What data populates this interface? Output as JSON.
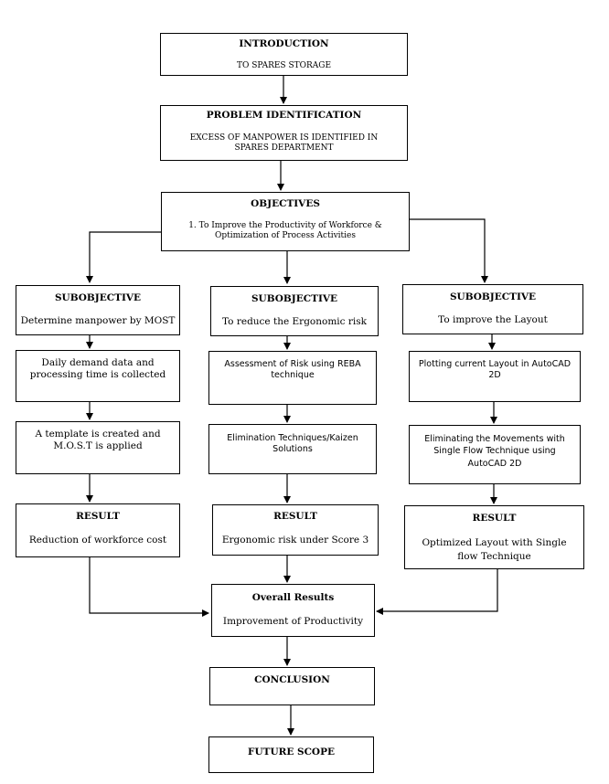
{
  "intro": {
    "title": "INTRODUCTION",
    "text": "TO SPARES STORAGE"
  },
  "problem": {
    "title": "PROBLEM IDENTIFICATION",
    "text": "EXCESS OF MANPOWER IS IDENTIFIED IN SPARES DEPARTMENT"
  },
  "objectives": {
    "title": "OBJECTIVES",
    "text": "1. To Improve the Productivity of Workforce & Optimization of Process Activities"
  },
  "left": {
    "sub_title": "SUBOBJECTIVE",
    "sub_text": "Determine manpower by MOST",
    "step1": "Daily demand data and processing time is collected",
    "step2": "A template is created and M.O.S.T is applied",
    "result_title": "RESULT",
    "result_text": "Reduction of workforce cost"
  },
  "middle": {
    "sub_title": "SUBOBJECTIVE",
    "sub_text": "To reduce the Ergonomic risk",
    "step1": "Assessment of Risk using REBA technique",
    "step2": "Elimination Techniques/Kaizen Solutions",
    "result_title": "RESULT",
    "result_text": "Ergonomic risk under Score 3"
  },
  "right": {
    "sub_title": "SUBOBJECTIVE",
    "sub_text": "To improve the Layout",
    "step1": "Plotting current Layout in AutoCAD 2D",
    "step2": "Eliminating the Movements with Single Flow Technique using AutoCAD 2D",
    "result_title": "RESULT",
    "result_text": "Optimized Layout with Single flow Technique"
  },
  "overall": {
    "title": "Overall Results",
    "text": "Improvement of Productivity"
  },
  "conclusion": {
    "title": "CONCLUSION"
  },
  "future": {
    "title": "FUTURE SCOPE"
  }
}
